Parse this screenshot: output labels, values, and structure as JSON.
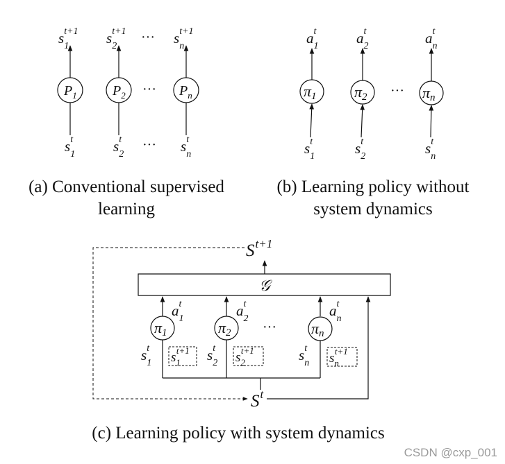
{
  "panel_a": {
    "top": [
      "s_1^{t+1}",
      "s_2^{t+1}",
      "s_n^{t+1}"
    ],
    "nodes": [
      "P_1",
      "P_2",
      "P_n"
    ],
    "bottom": [
      "s_1^t",
      "s_2^t",
      "s_n^t"
    ],
    "ellipsis": "···",
    "caption_line1": "(a) Conventional supervised",
    "caption_line2": "learning"
  },
  "panel_b": {
    "top": [
      "a_1^t",
      "a_2^t",
      "a_n^t"
    ],
    "nodes": [
      "π_1",
      "π_2",
      "π_n"
    ],
    "bottom": [
      "s_1^t",
      "s_2^t",
      "s_n^t"
    ],
    "ellipsis": "···",
    "caption_line1": "(b) Learning policy without",
    "caption_line2": "system dynamics"
  },
  "panel_c": {
    "top_state": "S^{t+1}",
    "model_box": "𝒢",
    "actions": [
      "a_1^t",
      "a_2^t",
      "a_n^t"
    ],
    "nodes": [
      "π_1",
      "π_2",
      "π_n"
    ],
    "states": [
      "s_1^t",
      "s_2^t",
      "s_n^t"
    ],
    "next_states": [
      "s_1^{t+1}",
      "s_2^{t+1}",
      "s_n^{t+1}"
    ],
    "bottom_state": "S^t",
    "ellipsis": "···",
    "caption": "(c) Learning policy with system dynamics"
  },
  "watermark": "CSDN @cxp_001",
  "colors": {
    "ink": "#111111",
    "watermark": "#9a9a9a"
  }
}
